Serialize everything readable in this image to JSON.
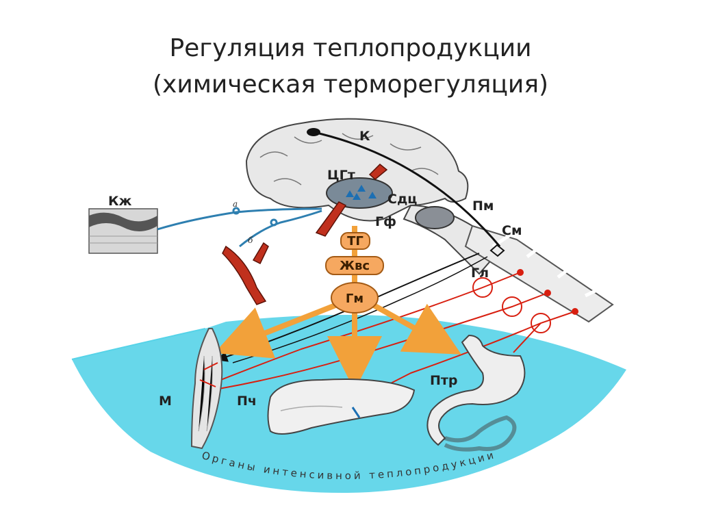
{
  "title": {
    "line1": "Регуляция  теплопродукции",
    "line2": "(химическая  терморегуляция)"
  },
  "labels": {
    "k": "К",
    "tsgt": "ЦГт",
    "sdts": "Сдц",
    "gf": "Гф",
    "pm": "Пм",
    "sm": "См",
    "kzh": "Кж",
    "gl": "Гл",
    "m": "М",
    "pch": "Пч",
    "ptr": "Птр",
    "a": "а",
    "b": "б"
  },
  "boxes": {
    "tg": "ТГ",
    "zhvs": "Жвс",
    "gm": "Гм"
  },
  "arc_caption": "Органы интенсивной теплопродукции",
  "colors": {
    "blue_field": "#56d3e8",
    "box_fill": "#f6a860",
    "arrow_orange": "#f2a13a",
    "nerve_red": "#d81f10",
    "blue_nerve": "#2e7fb0"
  }
}
